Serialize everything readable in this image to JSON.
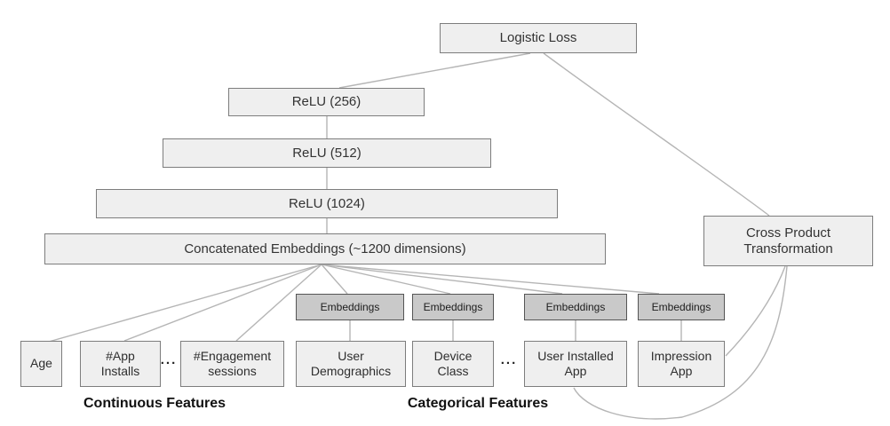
{
  "figure": {
    "type": "neural_network_architecture_diagram",
    "colors": {
      "node_fill": "#efefef",
      "node_border": "#7d7d7d",
      "embedding_fill": "#c9c9c9",
      "embedding_border": "#555555",
      "connector_line": "#b5b5b5",
      "text": "#333333",
      "background": "#ffffff"
    },
    "nodes": {
      "logistic_loss": "Logistic Loss",
      "relu_256": "ReLU (256)",
      "relu_512": "ReLU (512)",
      "relu_1024": "ReLU (1024)",
      "concatenated_embeddings": "Concatenated Embeddings (~1200 dimensions)",
      "cross_product": {
        "l1": "Cross Product",
        "l2": "Transformation"
      },
      "embeddings_label": "Embeddings",
      "age": "Age",
      "app_installs": {
        "l1": "#App",
        "l2": "Installs"
      },
      "engagement_sessions": {
        "l1": "#Engagement",
        "l2": "sessions"
      },
      "user_demographics": {
        "l1": "User",
        "l2": "Demographics"
      },
      "device_class": {
        "l1": "Device",
        "l2": "Class"
      },
      "user_installed_app": {
        "l1": "User Installed",
        "l2": "App"
      },
      "impression_app": {
        "l1": "Impression",
        "l2": "App"
      }
    },
    "group_labels": {
      "continuous": "Continuous Features",
      "categorical": "Categorical Features"
    },
    "ellipsis": "..."
  }
}
